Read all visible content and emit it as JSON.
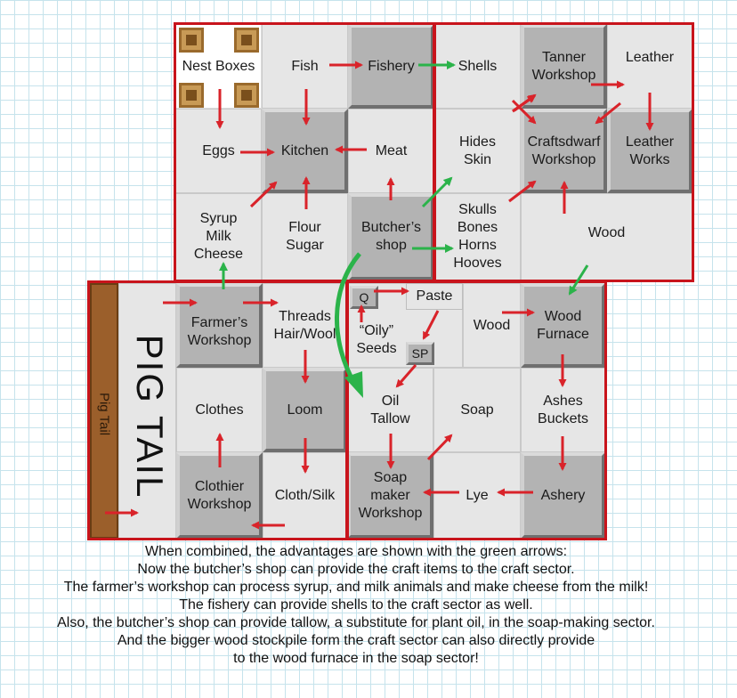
{
  "cells": {
    "nest_boxes": "Nest Boxes",
    "fish": "Fish",
    "fishery": "Fishery",
    "shells": "Shells",
    "tanner_workshop": "Tanner\nWorkshop",
    "leather": "Leather",
    "eggs": "Eggs",
    "kitchen": "Kitchen",
    "meat": "Meat",
    "hides_skin": "Hides\nSkin",
    "craftsdwarf_workshop": "Craftsdwarf\nWorkshop",
    "leather_works": "Leather\nWorks",
    "syrup_milk_cheese": "Syrup\nMilk\nCheese",
    "flour_sugar": "Flour\nSugar",
    "butchers_shop": "Butcher’s\nshop",
    "skulls_bones": "Skulls\nBones\nHorns\nHooves",
    "wood_top": "Wood",
    "farmers_workshop": "Farmer’s\nWorkshop",
    "threads_hair_wool": "Threads\nHair/Wool",
    "quern": "Q",
    "paste": "Paste",
    "oily_seeds": "“Oily”\nSeeds",
    "screw_press": "SP",
    "wood_mid": "Wood",
    "wood_furnace": "Wood\nFurnace",
    "clothes": "Clothes",
    "loom": "Loom",
    "oil_tallow": "Oil\nTallow",
    "soap": "Soap",
    "ashes_buckets": "Ashes\nBuckets",
    "clothier_workshop": "Clothier\nWorkshop",
    "cloth_silk": "Cloth/Silk",
    "soap_maker_workshop": "Soap\nmaker\nWorkshop",
    "lye": "Lye",
    "ashery": "Ashery"
  },
  "pig_tail_post_label": "Pig Tail",
  "pig_tail_title": "PIG TAIL",
  "caption": [
    "When combined, the advantages are shown with the green arrows:",
    "Now the butcher’s shop can provide the craft items to the craft sector.",
    "The farmer’s workshop can process syrup, and milk animals and make cheese from the milk!",
    "The fishery can provide shells to the craft sector as well.",
    "Also, the butcher’s shop can provide tallow, a substitute for plant oil, in the soap-making sector.",
    "And the bigger wood stockpile form the craft sector can also directly provide",
    "to the wood furnace in the soap sector!"
  ],
  "colors": {
    "red_arrow": "#d9232a",
    "green_arrow": "#2bb34a",
    "sector_border": "#c8141c",
    "workshop": "#b3b3b3",
    "stockpile": "#e6e6e6"
  }
}
